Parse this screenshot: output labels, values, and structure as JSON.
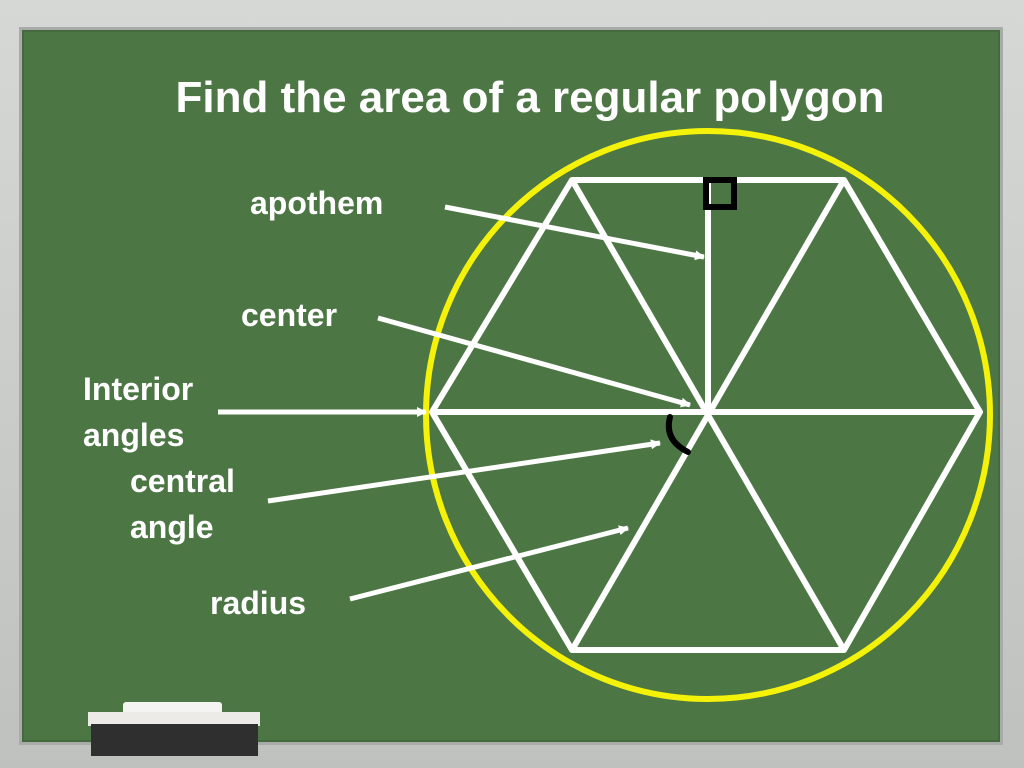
{
  "slide": {
    "title": "Find the area of a regular polygon"
  },
  "labels": {
    "apothem": "apothem",
    "center": "center",
    "interior_angles_line1": "Interior",
    "interior_angles_line2": "angles",
    "central_angle_line1": "central",
    "central_angle_line2": "angle",
    "radius": "radius"
  },
  "colors": {
    "board": "#4d7645",
    "chalk": "#ffffff",
    "circle": "#f5f20a",
    "angle_mark": "#000000"
  }
}
